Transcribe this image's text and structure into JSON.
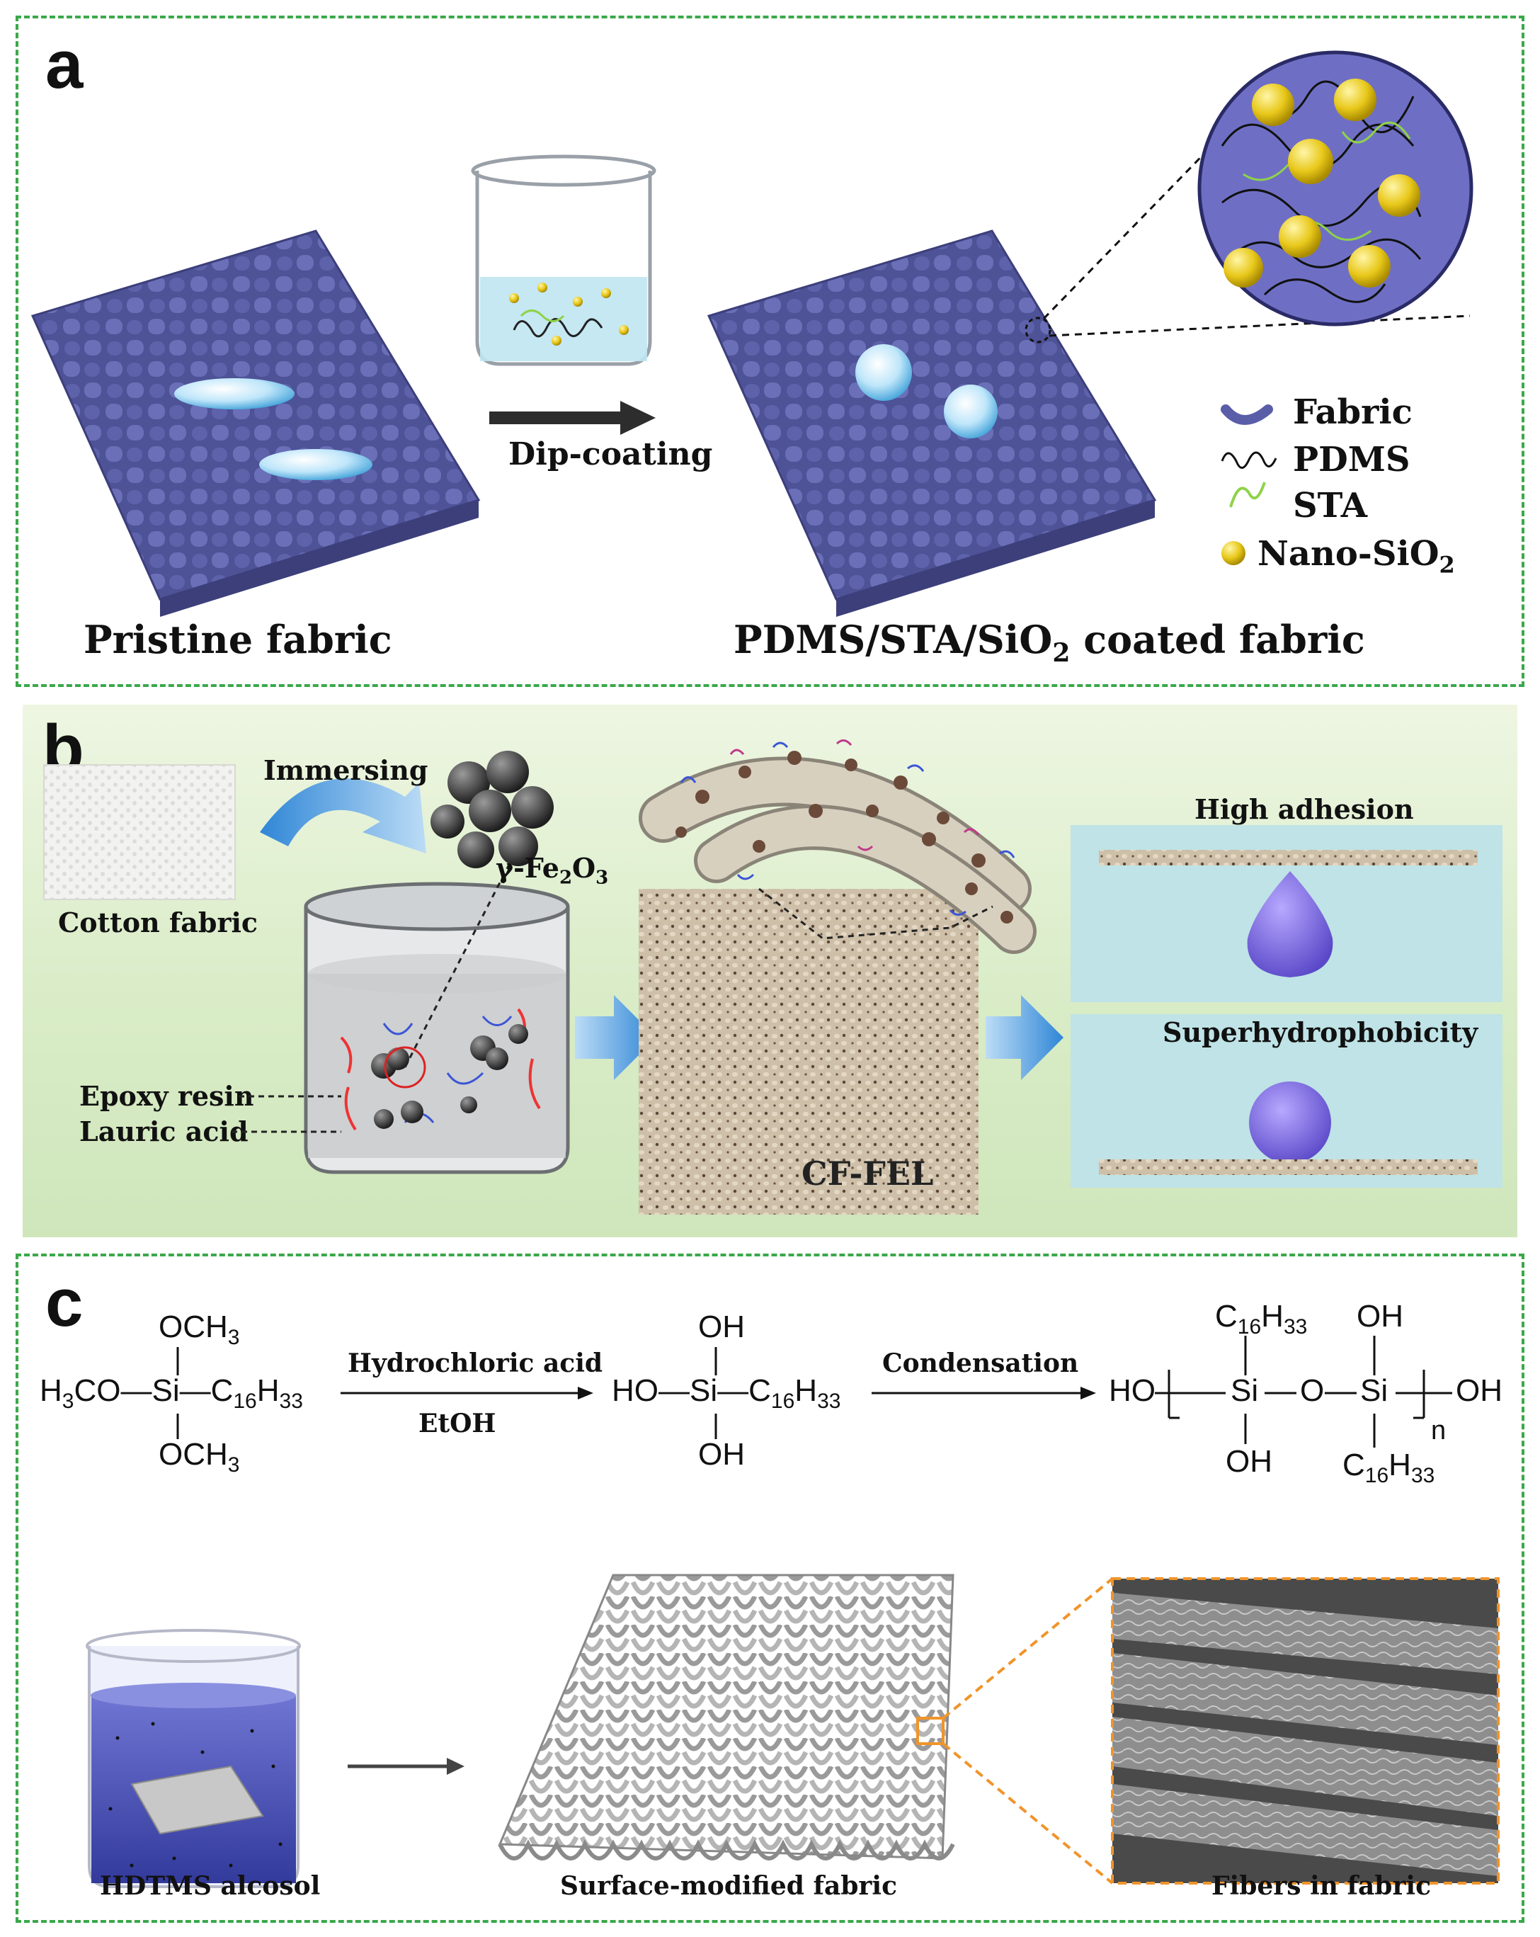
{
  "panel_a": {
    "letter": "a",
    "arrow_label": "Dip-coating",
    "left_caption": "Pristine fabric",
    "right_caption_main": "PDMS/STA/SiO",
    "right_caption_sub": "2",
    "right_caption_tail": " coated fabric",
    "legend": {
      "fabric": "Fabric",
      "pdms": "PDMS",
      "sta": "STA",
      "nano_main": "Nano-SiO",
      "nano_sub": "2"
    },
    "colors": {
      "fabric": "#5a5ea8",
      "sio2": "#e8c81a",
      "sta": "#8fd24a",
      "border": "#3aa84a"
    }
  },
  "panel_b": {
    "letter": "b",
    "immersing": "Immersing",
    "cotton": "Cotton fabric",
    "fe_main": "γ-Fe",
    "fe_sub1": "2",
    "fe_o": "O",
    "fe_sub2": "3",
    "epoxy": "Epoxy resin",
    "lauric": "Lauric acid",
    "cf_fel": "CF-FEL",
    "high_adhesion": "High adhesion",
    "superhydro": "Superhydrophobicity",
    "colors": {
      "droplet": "#7b68d9",
      "arrow": "#3f8fd8",
      "box": "#bfe3e6"
    }
  },
  "panel_c": {
    "letter": "c",
    "reactant": {
      "och3_top": "OCH",
      "och3_top_sub": "3",
      "left_main": "H",
      "left_sub": "3",
      "left_tail": "CO—Si—C",
      "c16_sub": "16",
      "h": "H",
      "h33_sub": "33",
      "och3_bottom": "OCH",
      "och3_bottom_sub": "3"
    },
    "step1_top": "Hydrochloric acid",
    "step1_bottom": "EtOH",
    "intermediate": {
      "oh_top": "OH",
      "mid": "HO—Si—C",
      "c16_sub": "16",
      "h": "H",
      "h33_sub": "33",
      "oh_bottom": "OH"
    },
    "step2": "Condensation",
    "product": {
      "c16_top": "C",
      "c16_top_sub": "16",
      "h_top": "H",
      "h_top_sub": "33",
      "oh_top": "OH",
      "left_oh": "HO",
      "si1": "Si",
      "o": "O",
      "si2": "Si",
      "right_oh": "OH",
      "n": "n",
      "oh_bottom": "OH",
      "c16_bottom": "C",
      "c16_bottom_sub": "16",
      "h_bottom": "H",
      "h_bottom_sub": "33"
    },
    "caption_left": "HDTMS alcosol",
    "caption_mid": "Surface-modified fabric",
    "caption_right": "Fibers in fabric",
    "colors": {
      "solution": "#4a50b8",
      "zoom": "#f0942a"
    }
  }
}
